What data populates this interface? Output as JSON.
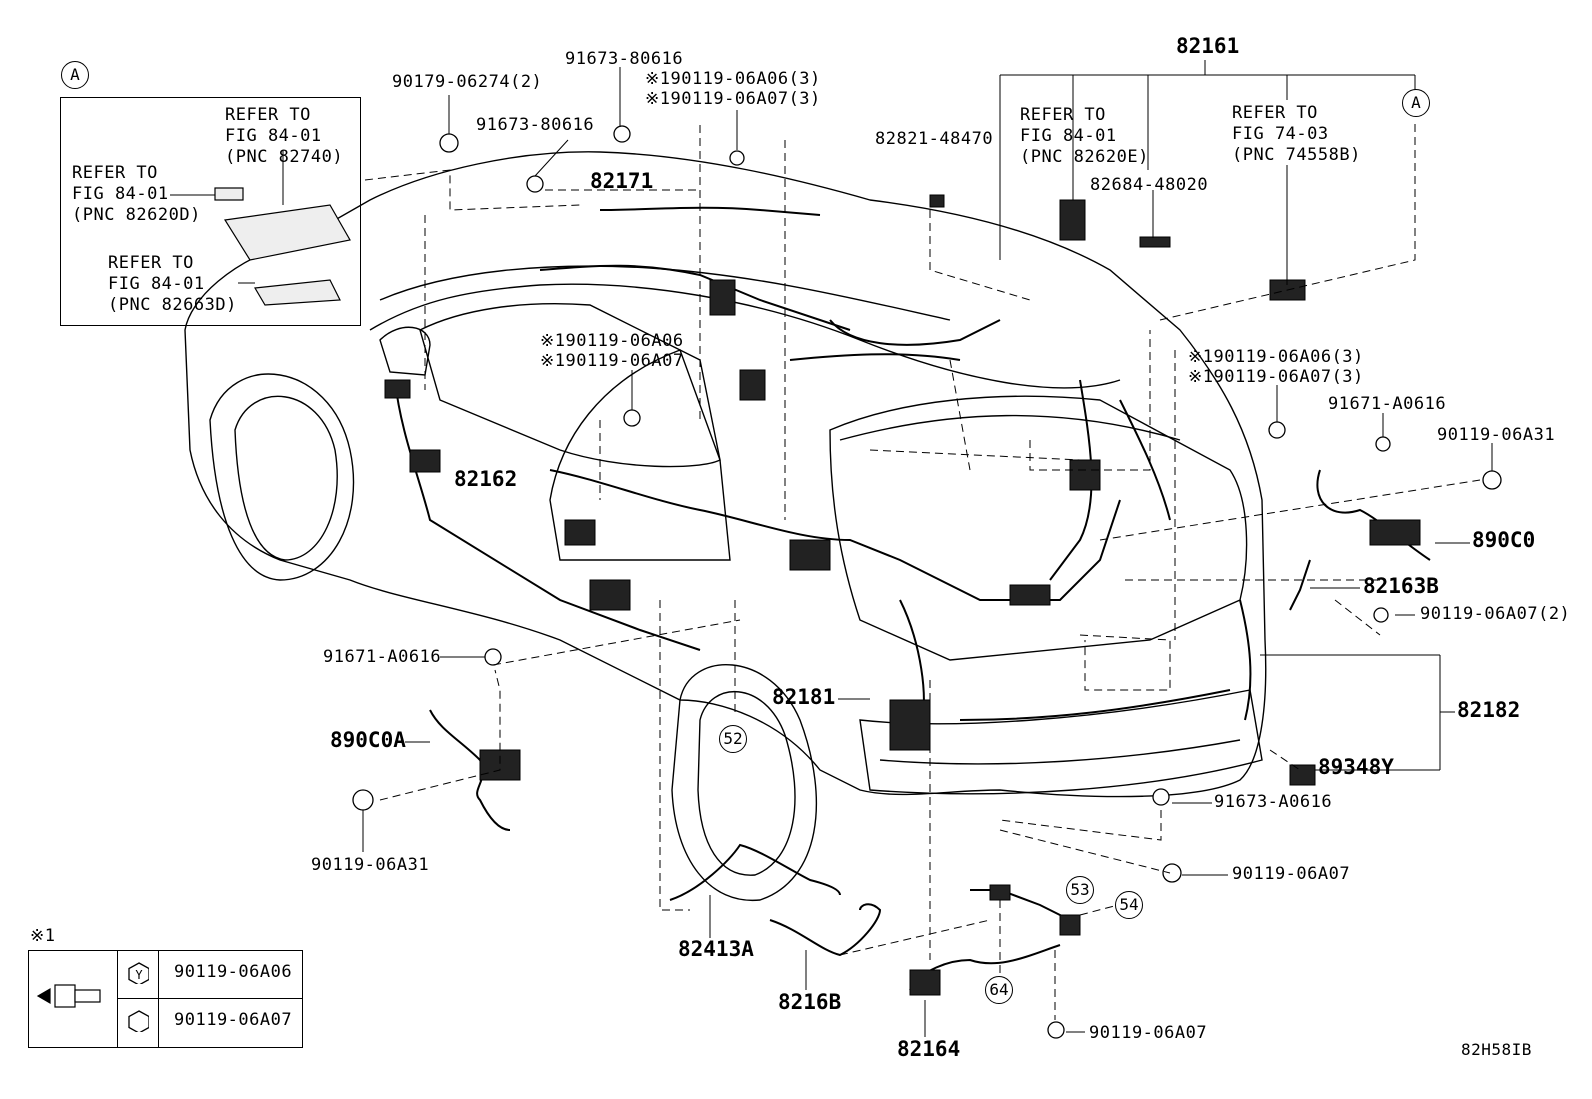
{
  "labels": {
    "p82161": "82161",
    "p90179": "90179-06274(2)",
    "p91673_top": "91673-80616",
    "p91673_mid": "91673-80616",
    "p190119_a06_3_top": "※190119-06A06(3)",
    "p190119_a07_3_top": "※190119-06A07(3)",
    "p82821": "82821-48470",
    "p82171": "82171",
    "refer_84_01_a_l1": "REFER TO",
    "refer_84_01_a_l2": "FIG 84-01",
    "refer_84_01_a_l3": "(PNC 82620E)",
    "p82684": "82684-48020",
    "refer_74_03_l1": "REFER TO",
    "refer_74_03_l2": "FIG 74-03",
    "refer_74_03_l3": "(PNC 74558B)",
    "p190119_a06_mid": "※190119-06A06",
    "p190119_a07_mid": "※190119-06A07",
    "p190119_a06_3_right": "※190119-06A06(3)",
    "p190119_a07_3_right": "※190119-06A07(3)",
    "p91671_right": "91671-A0616",
    "p90119_a31_right": "90119-06A31",
    "p890c0": "890C0",
    "p82163b": "82163B",
    "p90119_a07_2": "90119-06A07(2)",
    "p82162": "82162",
    "p91671_left": "91671-A0616",
    "p890c0a": "890C0A",
    "p90119_a31_left": "90119-06A31",
    "p82181": "82181",
    "p82182": "82182",
    "p89348y": "89348Y",
    "p91673_a0616": "91673-A0616",
    "p90119_a07_b": "90119-06A07",
    "p82413a": "82413A",
    "p8216b": "8216B",
    "p82164": "82164",
    "p90119_a07_bottom": "90119-06A07",
    "figure_code": "82H58IB"
  },
  "inset_a": {
    "marker": "A",
    "refer_82740_l1": "REFER TO",
    "refer_82740_l2": "FIG 84-01",
    "refer_82740_l3": "(PNC 82740)",
    "refer_82620d_l1": "REFER TO",
    "refer_82620d_l2": "FIG 84-01",
    "refer_82620d_l3": "(PNC 82620D)",
    "refer_82663d_l1": "REFER TO",
    "refer_82663d_l2": "FIG 84-01",
    "refer_82663d_l3": "(PNC 82663D)"
  },
  "callouts": {
    "a_right": "A",
    "c52": "52",
    "c53": "53",
    "c54": "54",
    "c64": "64"
  },
  "legend": {
    "marker": "※1",
    "y_symbol": "Y",
    "row1_part": "90119-06A06",
    "row2_part": "90119-06A07"
  }
}
